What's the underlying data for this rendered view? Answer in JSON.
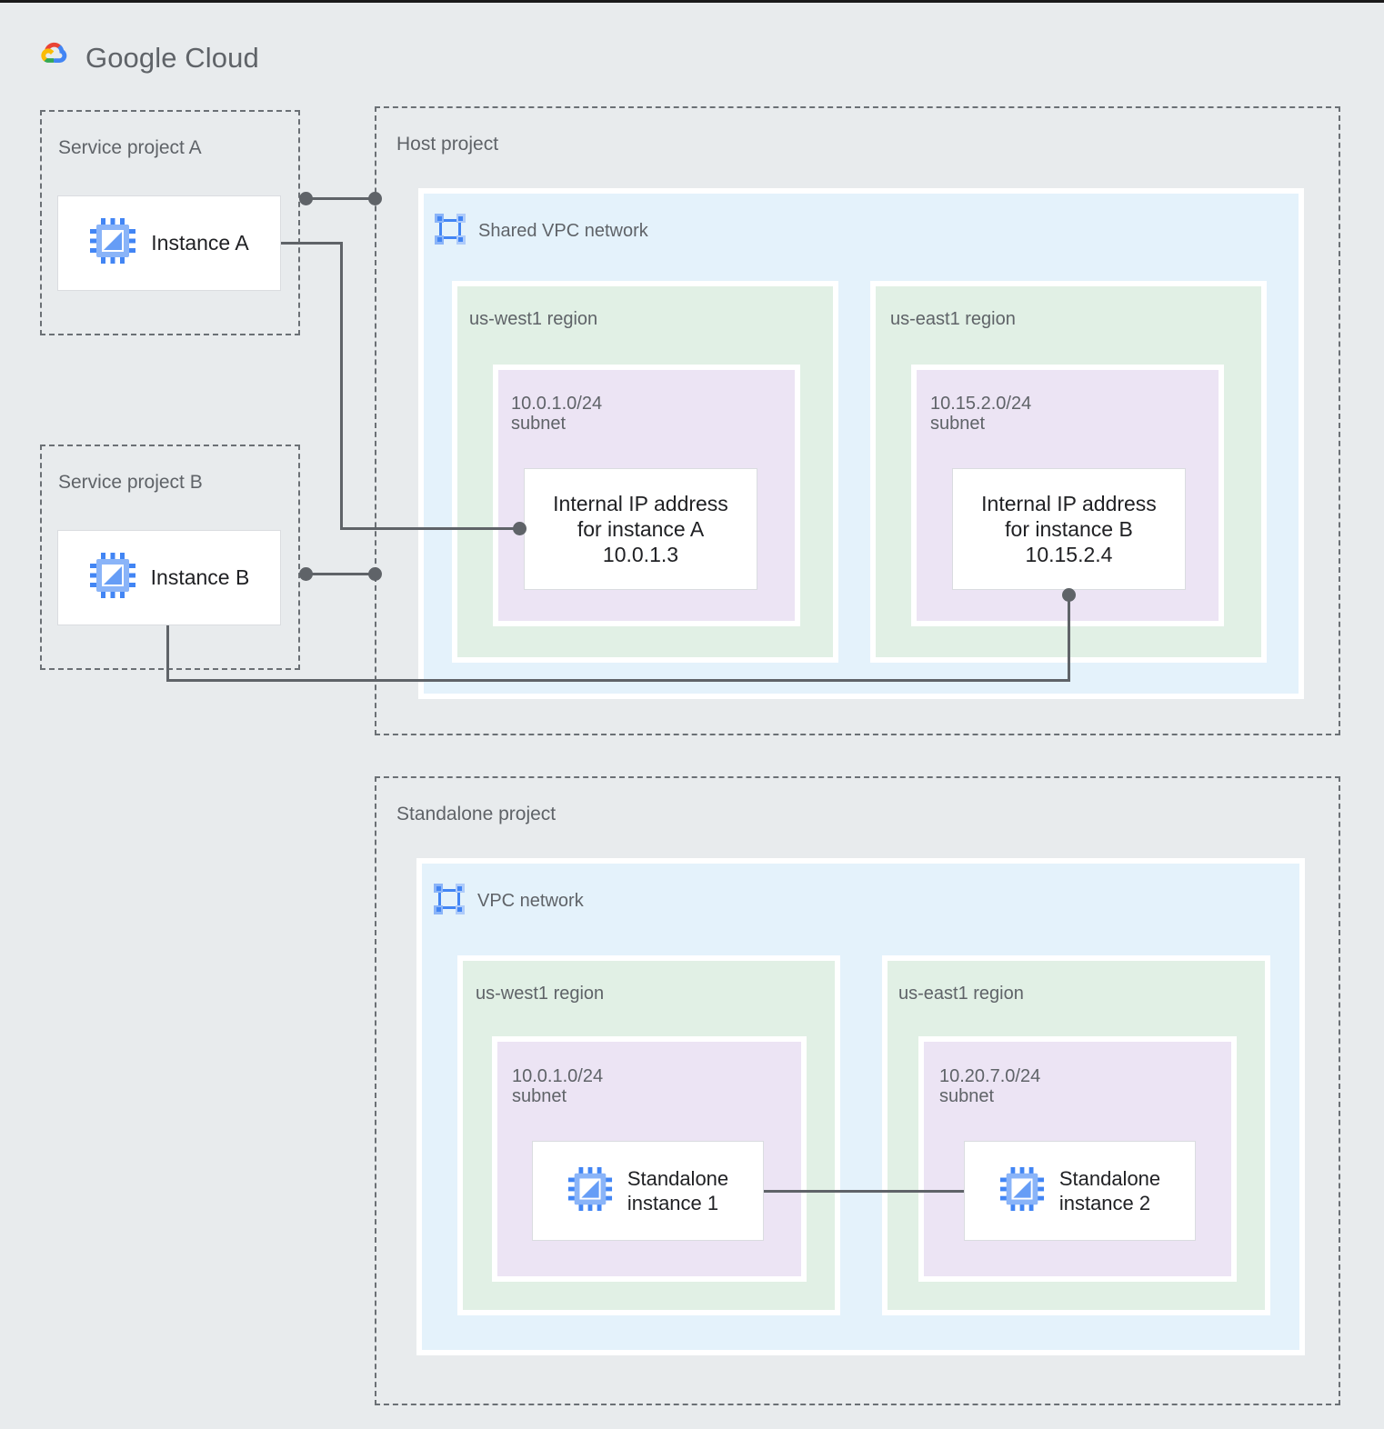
{
  "brand": {
    "name_bold": "Google",
    "name_light": "Cloud",
    "logo_icon": "google-cloud-logo-icon"
  },
  "projects": [
    {
      "id": "service-project-a",
      "label": "Service project A"
    },
    {
      "id": "service-project-b",
      "label": "Service project B"
    },
    {
      "id": "host-project",
      "label": "Host project"
    },
    {
      "id": "standalone-project",
      "label": "Standalone project"
    }
  ],
  "networks": [
    {
      "id": "shared-vpc",
      "label": "Shared VPC network",
      "icon": "vpc-network-icon"
    },
    {
      "id": "vpc",
      "label": "VPC network",
      "icon": "vpc-network-icon"
    }
  ],
  "regions": {
    "host_west": "us-west1 region",
    "host_east": "us-east1 region",
    "standalone_west": "us-west1 region",
    "standalone_east": "us-east1 region"
  },
  "subnets": {
    "host_west": "10.0.1.0/24\nsubnet",
    "host_east": "10.15.2.0/24\nsubnet",
    "standalone_west": "10.0.1.0/24\nsubnet",
    "standalone_east": "10.20.7.0/24\nsubnet"
  },
  "instances": {
    "a": {
      "label": "Instance A",
      "icon": "cpu-instance-icon"
    },
    "b": {
      "label": "Instance B",
      "icon": "cpu-instance-icon"
    },
    "standalone_1": {
      "label": "Standalone\ninstance 1",
      "icon": "cpu-instance-icon"
    },
    "standalone_2": {
      "label": "Standalone\ninstance 2",
      "icon": "cpu-instance-icon"
    }
  },
  "ip_cards": {
    "a": "Internal IP address\nfor instance A\n10.0.1.3",
    "b": "Internal IP address\nfor instance B\n10.15.2.4"
  },
  "colors": {
    "background": "#e8ebed",
    "vpc_fill": "#e4f2fb",
    "region_fill": "#e1f0e5",
    "subnet_fill": "#ece4f4",
    "card_fill": "#ffffff",
    "edge": "#5f6368",
    "dashed_border": "#6b7075",
    "label_text": "#5f6368",
    "card_text": "#202124",
    "icon_blue": "#4285f4",
    "icon_blue_light": "#8ab4f8"
  }
}
